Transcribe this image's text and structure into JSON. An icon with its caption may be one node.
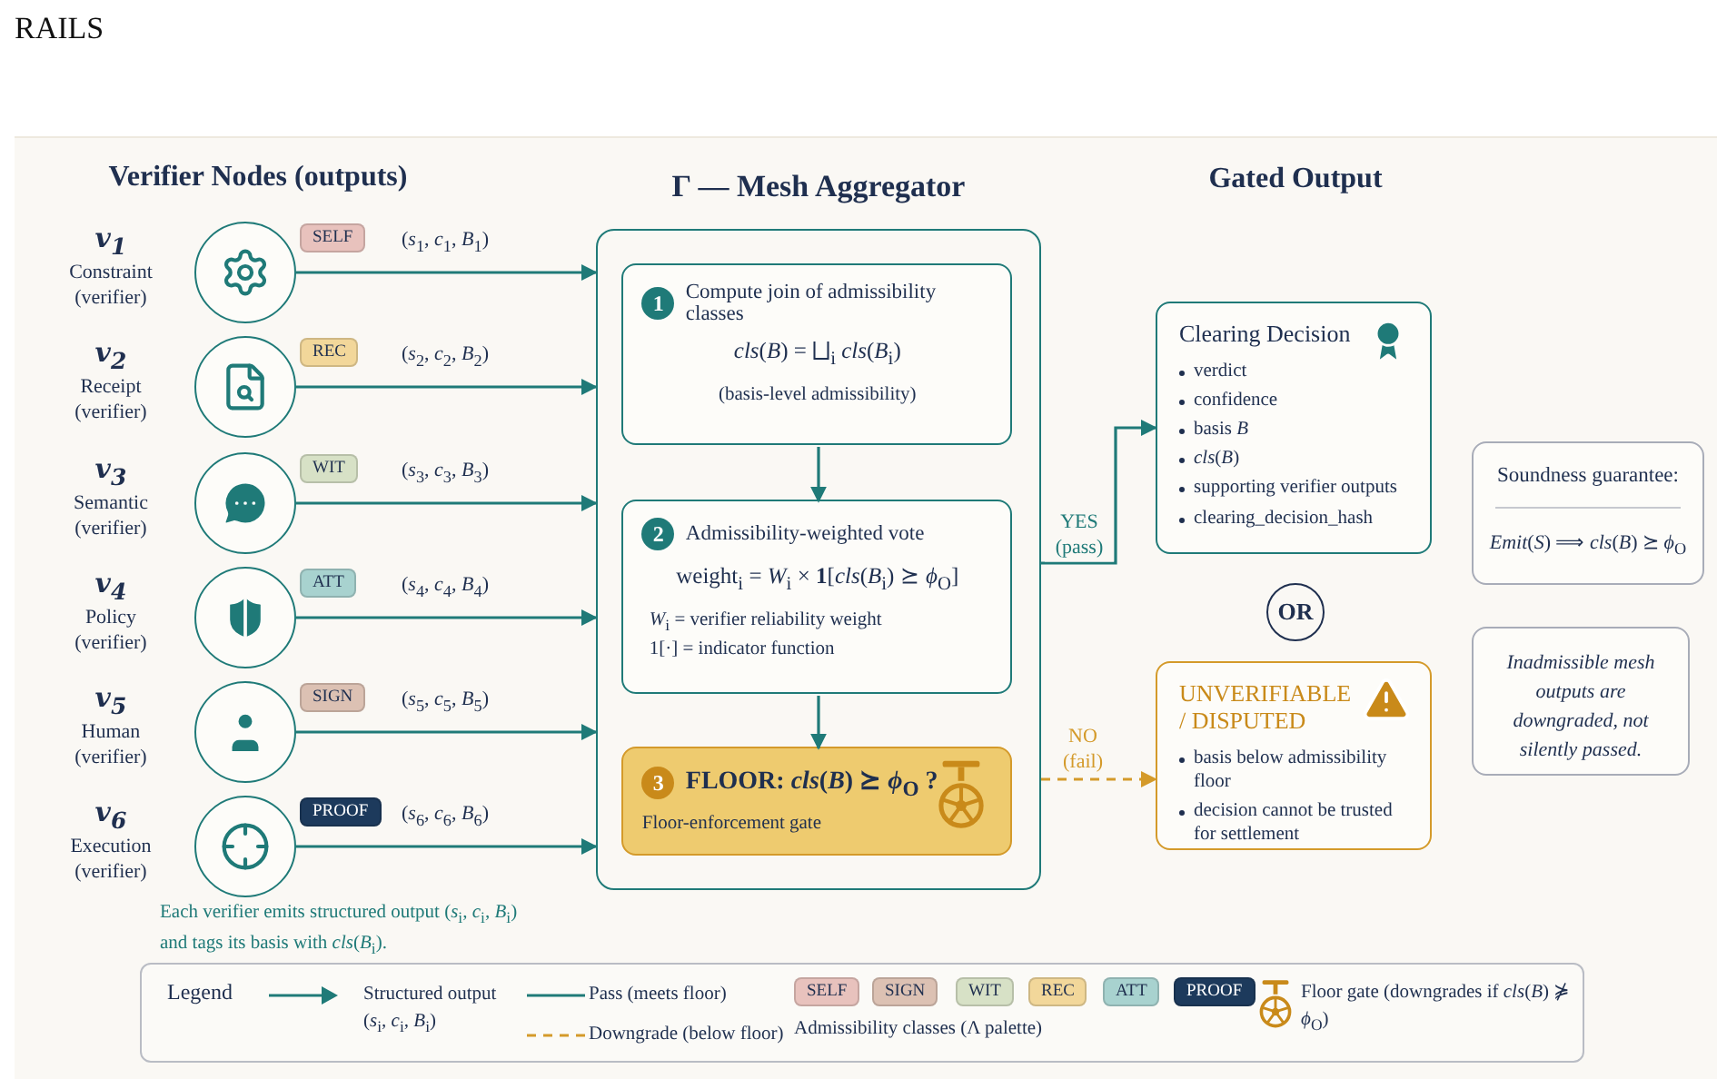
{
  "diagram": {
    "title": "RAILS",
    "nodes": [
      {
        "text": [
          "v$_{1}$",
          "Constraint (verifier)"
        ],
        "beside": [
          "SELF"
        ]
      },
      {
        "text": [
          "v$_{2}$",
          "Receipt (verifier)"
        ],
        "beside": [
          "REC"
        ]
      },
      {
        "text": [
          "v$_{3}$",
          "Semantic (verifier)"
        ],
        "beside": [
          "WIT"
        ]
      },
      {
        "text": [
          "v$_{4}$",
          "Policy (verifier)"
        ],
        "beside": [
          "ATT"
        ]
      },
      {
        "text": [
          "v$_{5}$",
          "Human (verifier)"
        ],
        "beside": [
          "SIGN"
        ]
      },
      {
        "text": [
          "v$_{6}$",
          "Execution (verifier)"
        ],
        "beside": [
          "PROOF"
        ]
      },
      {
        "text": [
          "Γ — Mesh Aggregator"
        ]
      },
      {
        "text": [
          "1",
          "Compute join of admissibility classes",
          "*cls*(*B*) = ⨆$_{i}$ *cls*(*B*$_{i}$)",
          "(basis-level admissibility)"
        ],
        "in": 6
      },
      {
        "text": [
          "2",
          "Admissibility-weighted vote",
          "weight$_{i}$ = *W*$_{i}$ × **1**[*cls*(*B*$_{i}$) ⪰ *ϕ*$_{O}$]",
          "*W*$_{i}$ = verifier reliability weight",
          "1[·] = indicator function"
        ],
        "in": 6
      },
      {
        "text": [
          "3",
          "FLOOR: *cls*(*B*) ⪰ *ϕ*$_{O}$ ?",
          "Floor-enforcement gate"
        ],
        "in": 6
      },
      {
        "text": [
          "Clearing Decision",
          "verdict",
          "confidence",
          "basis *B*",
          "*cls*(*B*)",
          "supporting verifier outputs",
          "clearing_decision_hash"
        ]
      },
      {
        "text": [
          "OR"
        ]
      },
      {
        "text": [
          "UNVERIFIABLE / DISPUTED",
          "basis below admissibility floor",
          "decision cannot be trusted for settlement"
        ]
      },
      {
        "text": [
          "Soundness guarantee:",
          "*Emit*(*S*) ⟹ *cls*(*B*) ⪰ *ϕ*$_{O}$"
        ]
      },
      {
        "text": [
          "Inadmissible mesh outputs are downgraded, not silently passed."
        ]
      }
    ],
    "edges": [
      {
        "from": 0,
        "to": 6,
        "arrow": "to",
        "label": "(*s*$_{1}$, *c*$_{1}$, *B*$_{1}$)"
      },
      {
        "from": 1,
        "to": 6,
        "arrow": "to",
        "label": "(*s*$_{2}$, *c*$_{2}$, *B*$_{2}$)"
      },
      {
        "from": 2,
        "to": 6,
        "arrow": "to",
        "label": "(*s*$_{3}$, *c*$_{3}$, *B*$_{3}$)"
      },
      {
        "from": 3,
        "to": 6,
        "arrow": "to",
        "label": "(*s*$_{4}$, *c*$_{4}$, *B*$_{4}$)"
      },
      {
        "from": 4,
        "to": 6,
        "arrow": "to",
        "label": "(*s*$_{5}$, *c*$_{5}$, *B*$_{5}$)"
      },
      {
        "from": 5,
        "to": 6,
        "arrow": "to",
        "label": "(*s*$_{6}$, *c*$_{6}$, *B*$_{6}$)"
      },
      {
        "from": 7,
        "to": 8,
        "arrow": "to"
      },
      {
        "from": 8,
        "to": 9,
        "arrow": "to"
      },
      {
        "from": 6,
        "to": 10,
        "arrow": "to",
        "label": "YES (pass)"
      },
      {
        "from": 6,
        "to": 12,
        "arrow": "to",
        "label": "NO (fail)",
        "style": "dashed",
        "color": "#d49a2a"
      }
    ],
    "labels": [
      "Verifier Nodes (outputs)",
      "Gated Output",
      "Each verifier emits structured output (*s*$_{i}$, *c*$_{i}$, *B*$_{i}$) and tags its basis with *cls*(*B*$_{i}$).",
      "Legend",
      "Admissibility classes (Λ palette)"
    ],
    "legend": [
      {
        "text": "Structured output (*s*$_{i}$, *c*$_{i}$, *B*$_{i}$)"
      },
      {
        "text": "Pass (meets floor)"
      },
      {
        "text": "Downgrade (below floor)"
      },
      {
        "text": "SELF",
        "color": "#e8c2bd"
      },
      {
        "text": "SIGN",
        "color": "#dcc1b3"
      },
      {
        "text": "WIT",
        "color": "#d7e1c6"
      },
      {
        "text": "REC",
        "color": "#f2d79a"
      },
      {
        "text": "ATT",
        "color": "#a8d2cf"
      },
      {
        "text": "PROOF",
        "color": "#1d3a5c"
      },
      {
        "text": "Floor gate (downgrades if *cls*(*B*) ⋡ *ϕ*$_{O}$)"
      }
    ]
  }
}
